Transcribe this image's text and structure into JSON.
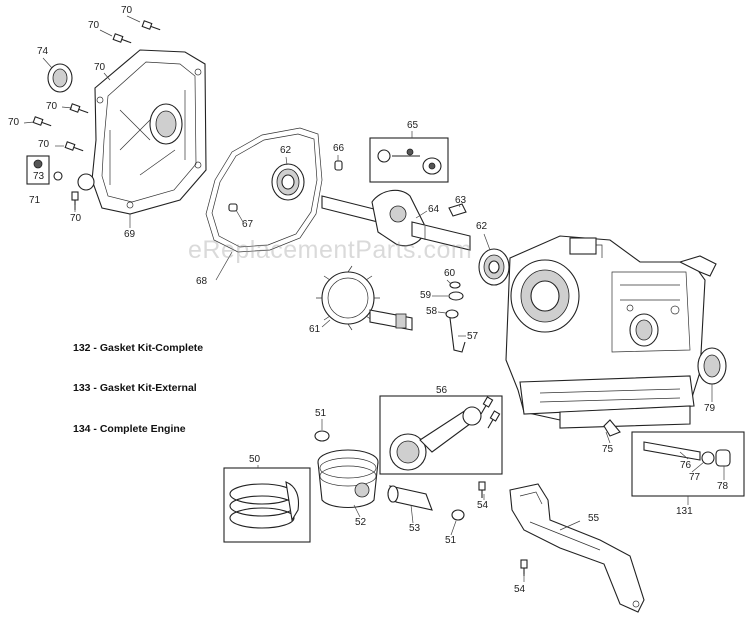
{
  "watermark": "eReplacementParts.com",
  "kit_legend": [
    "132 - Gasket Kit-Complete",
    "133 - Gasket Kit-External",
    "134 - Complete Engine"
  ],
  "callouts": {
    "c70a": "70",
    "c70b": "70",
    "c70c": "70",
    "c70d": "70",
    "c70e": "70",
    "c70f": "70",
    "c70g": "70",
    "c74": "74",
    "c73": "73",
    "c71": "71",
    "c69": "69",
    "c66": "66",
    "c62a": "62",
    "c65": "65",
    "c67": "67",
    "c68": "68",
    "c63": "63",
    "c64": "64",
    "c62b": "62",
    "c60": "60",
    "c59": "59",
    "c58": "58",
    "c57": "57",
    "c61": "61",
    "c56": "56",
    "c51a": "51",
    "c51b": "51",
    "c50": "50",
    "c52": "52",
    "c53": "53",
    "c54a": "54",
    "c54b": "54",
    "c55": "55",
    "c75": "75",
    "c79": "79",
    "c76": "76",
    "c77": "77",
    "c78": "78",
    "c131": "131"
  }
}
